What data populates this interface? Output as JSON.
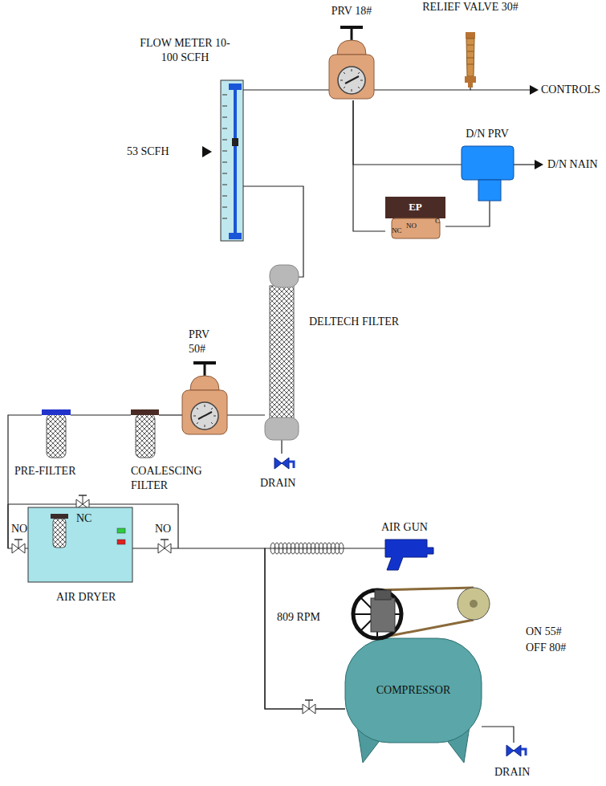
{
  "diagram": {
    "nodes": [
      {
        "text": [
          "FLOW METER 10-100 SCFH"
        ]
      },
      {
        "text": [
          "PRV 18#"
        ]
      },
      {
        "text": [
          "RELIEF VALVE 30#"
        ]
      },
      {
        "text": [
          "D/N PRV"
        ]
      },
      {
        "text": [
          "EP",
          "C",
          "NC",
          "NO"
        ]
      },
      {
        "text": [
          "DELTECH FILTER"
        ]
      },
      {
        "text": [
          "PRV 50#"
        ]
      },
      {
        "text": [
          "PRE-FILTER"
        ]
      },
      {
        "text": [
          "COALESCING FILTER"
        ]
      },
      {
        "text": [
          "AIR DRYER"
        ]
      },
      {
        "text": [
          "AIR GUN"
        ]
      },
      {
        "text": [
          "COMPRESSOR"
        ]
      },
      {
        "text": [
          "DRAIN"
        ]
      },
      {
        "text": [
          "DRAIN"
        ]
      }
    ],
    "edges": [
      {
        "from": 11,
        "to": 9,
        "arrow": "none"
      },
      {
        "from": 11,
        "to": 10,
        "arrow": "none"
      },
      {
        "from": 9,
        "to": 7,
        "arrow": "none"
      },
      {
        "from": 7,
        "to": 8,
        "arrow": "none"
      },
      {
        "from": 8,
        "to": 6,
        "arrow": "none"
      },
      {
        "from": 6,
        "to": 5,
        "arrow": "none"
      },
      {
        "from": 5,
        "to": 0,
        "arrow": "none"
      },
      {
        "from": 0,
        "to": 1,
        "arrow": "none"
      },
      {
        "from": 1,
        "to": 2,
        "arrow": "none"
      },
      {
        "from": 1,
        "to": 3,
        "arrow": "none"
      },
      {
        "from": 1,
        "to": 4,
        "arrow": "none"
      },
      {
        "from": 4,
        "to": 3,
        "arrow": "none"
      },
      {
        "from": 5,
        "to": 12,
        "arrow": "none"
      },
      {
        "from": 11,
        "to": 13,
        "arrow": "none"
      }
    ],
    "labels": [
      "53 SCFH",
      "CONTROLS",
      "D/N NAIN",
      "NC",
      "NO",
      "NO",
      "809 RPM",
      "ON 55#",
      "OFF 80#"
    ]
  }
}
